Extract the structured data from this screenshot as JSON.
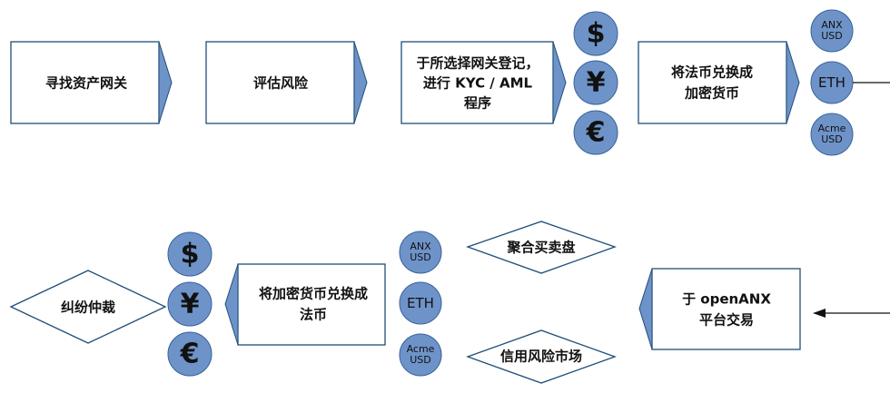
{
  "top_row": {
    "step1": "寻找资产网关",
    "step2": "评估风险",
    "step3": {
      "line1": "于所选择网关登记，",
      "line2": "进行 KYC / AML",
      "line3": "程序"
    },
    "fiat_coins": [
      "$",
      "¥",
      "€"
    ],
    "step4": {
      "line1": "将法币兑换成",
      "line2": "加密货币"
    },
    "crypto_coins": {
      "anx": {
        "line1": "ANX",
        "line2": "USD"
      },
      "eth": "ETH",
      "acme": {
        "line1": "Acme",
        "line2": "USD"
      }
    }
  },
  "bottom_row": {
    "trade": {
      "line1": "于 openANX",
      "line2": "平台交易"
    },
    "aggregate": "聚合买卖盘",
    "credit": "信用风险市场",
    "crypto_coins": {
      "anx": {
        "line1": "ANX",
        "line2": "USD"
      },
      "eth": "ETH",
      "acme": {
        "line1": "Acme",
        "line2": "USD"
      }
    },
    "convert_back": {
      "line1": "将加密货币兑换成",
      "line2": "法币"
    },
    "fiat_coins": [
      "$",
      "¥",
      "€"
    ],
    "dispute": "纠纷仲裁"
  }
}
